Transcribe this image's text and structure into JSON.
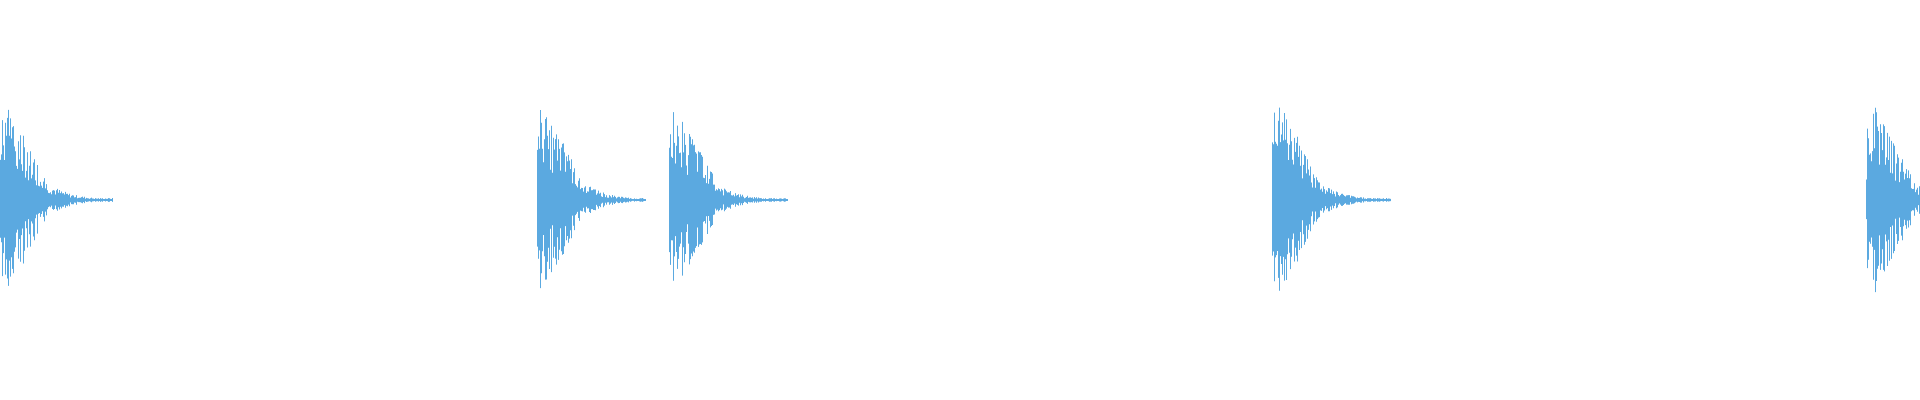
{
  "waveform": {
    "color": "#5ba9e0",
    "background": "#ffffff",
    "transients": [
      {
        "id": "transient-1"
      },
      {
        "id": "transient-2"
      },
      {
        "id": "transient-3"
      },
      {
        "id": "transient-4"
      },
      {
        "id": "transient-5"
      }
    ]
  }
}
